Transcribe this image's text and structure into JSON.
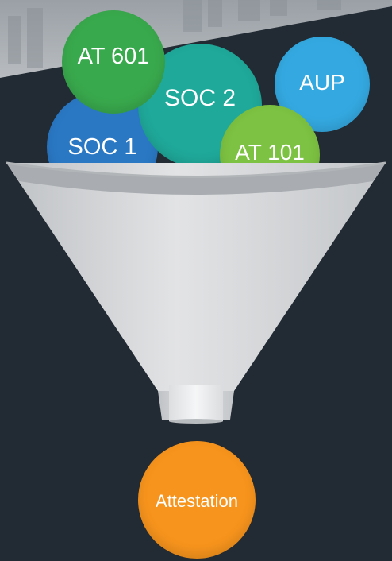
{
  "inputs": [
    {
      "label": "SOC 1",
      "color": "#2a78c4"
    },
    {
      "label": "AT 601",
      "color": "#39a94d"
    },
    {
      "label": "SOC 2",
      "color": "#1fa99a"
    },
    {
      "label": "AT 101",
      "color": "#7dc242"
    },
    {
      "label": "AUP",
      "color": "#34a9e1"
    }
  ],
  "output": {
    "label": "Attestation",
    "color": "#f7941d"
  },
  "colors": {
    "background": "#222a33",
    "funnel": "#d4d6d8",
    "funnel_rim": "#bfc1c3",
    "spout": "#f1f2f3"
  }
}
